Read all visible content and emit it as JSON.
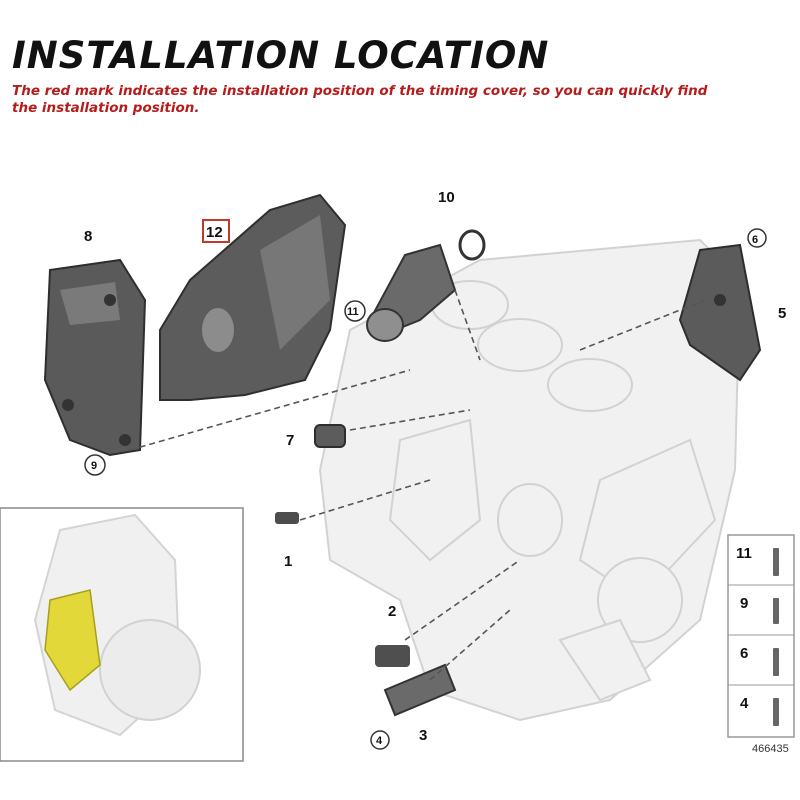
{
  "header": {
    "title": "INSTALLATION LOCATION",
    "subtitle": "The red mark indicates the installation position of the timing cover, so you can quickly find the installation position."
  },
  "colors": {
    "title": "#111111",
    "subtitle": "#b71c1c",
    "highlight": "#e2d83a",
    "marker_box": "#c0392b",
    "part": "#4a4a4a"
  },
  "callouts": {
    "c1": "1",
    "c2": "2",
    "c3": "3",
    "c4": "4",
    "c5": "5",
    "c6": "6",
    "c7": "7",
    "c8": "8",
    "c9": "9",
    "c10": "10",
    "c11": "11",
    "c12": "12"
  },
  "legend": {
    "items": [
      "11",
      "9",
      "6",
      "4"
    ]
  },
  "reference_number": "466435"
}
